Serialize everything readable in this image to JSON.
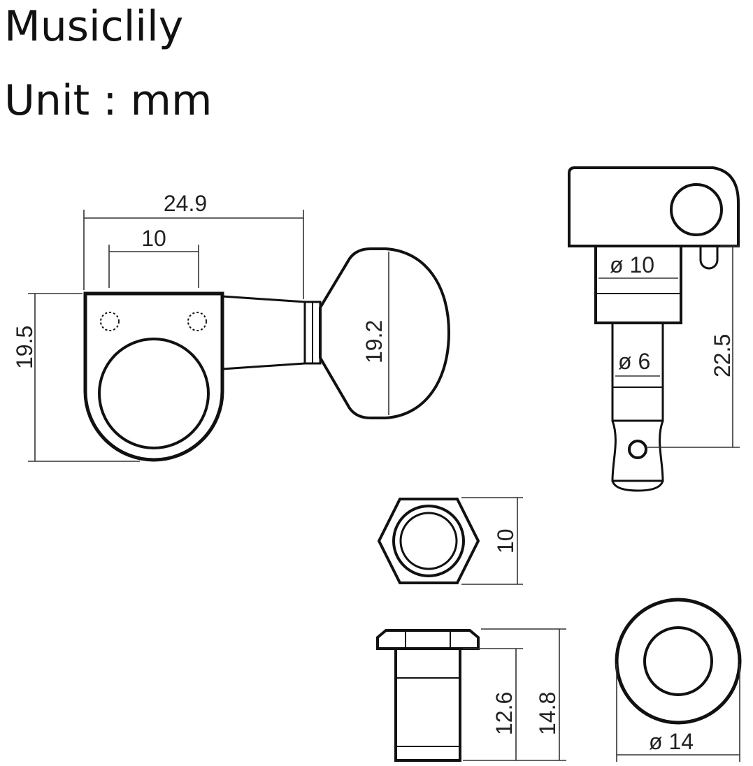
{
  "header": {
    "brand": "Musiclily",
    "unit": "Unit : mm"
  },
  "dimensions": {
    "tuner_width": "24.9",
    "hole_spacing": "10",
    "base_height": "19.5",
    "button_height": "19.2",
    "post_diameter_upper": "ø 10",
    "post_diameter_lower": "ø 6",
    "post_length": "22.5",
    "hex_nut_size": "10",
    "bushing_body_height": "12.6",
    "bushing_total_height": "14.8",
    "washer_diameter": "ø 14"
  }
}
